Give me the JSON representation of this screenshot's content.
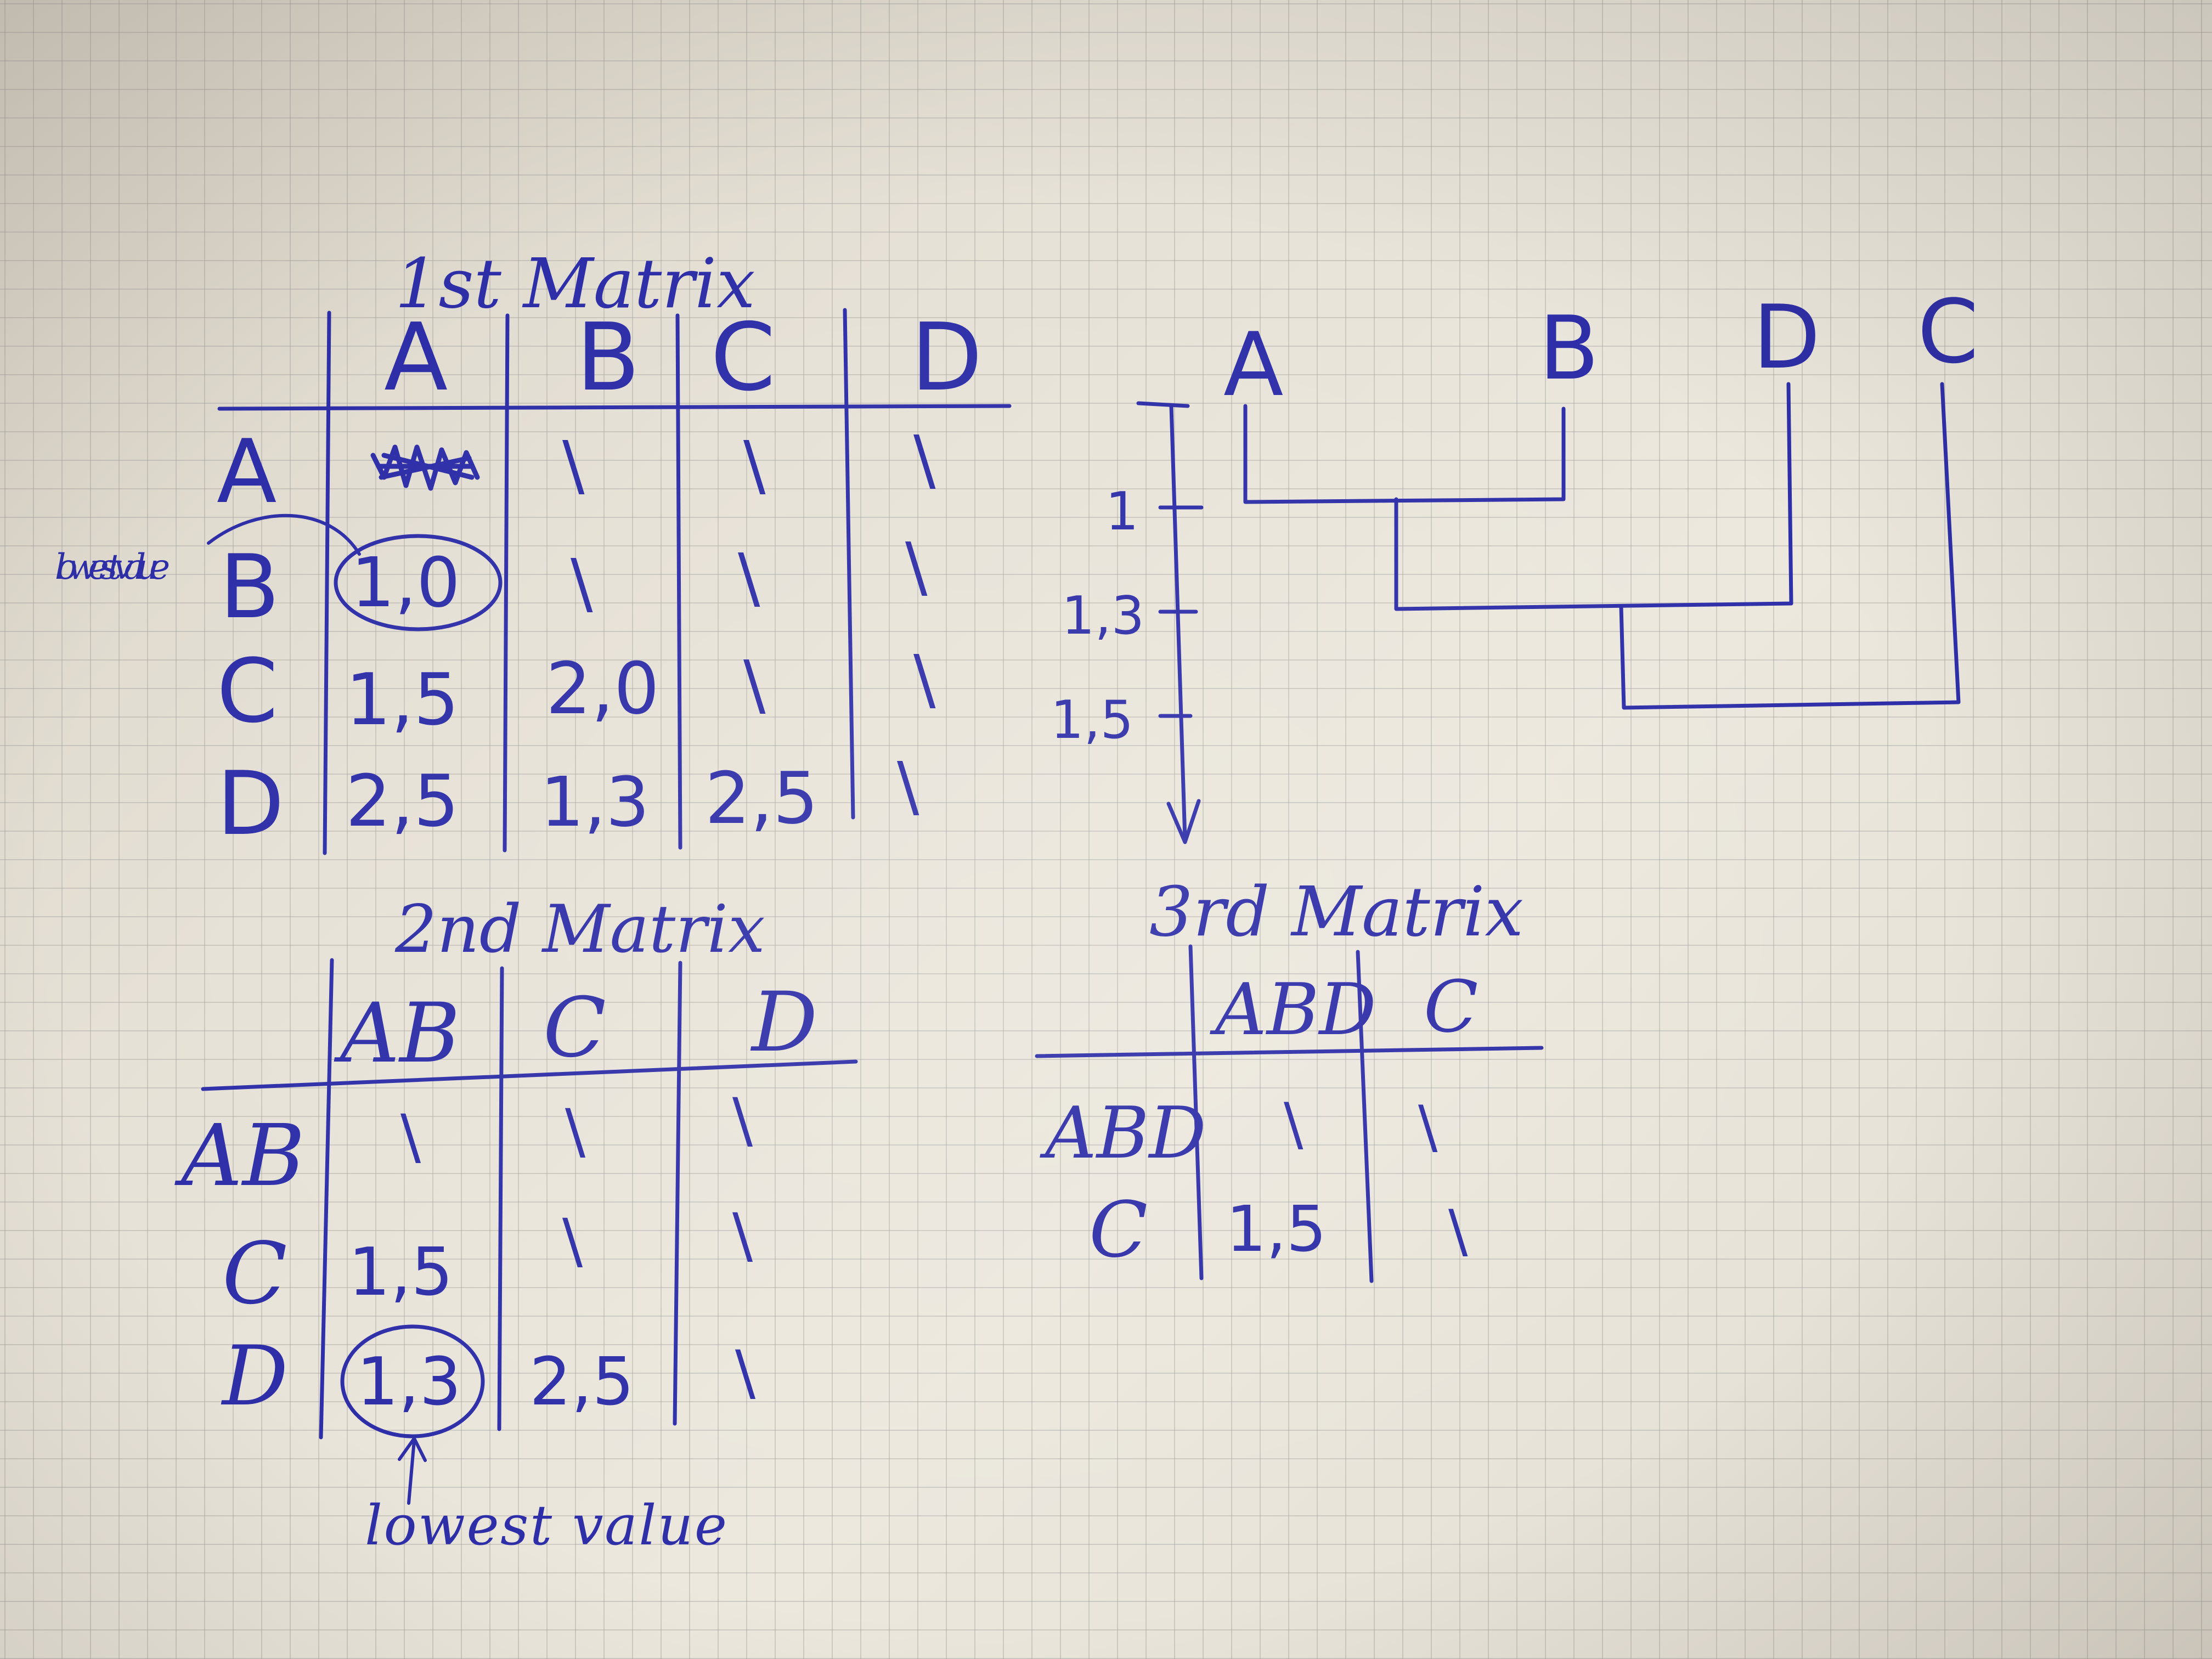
{
  "ink_color": "#2e2ea8",
  "paper_color": "#e8e4da",
  "matrix1": {
    "title": "1st Matrix",
    "cols": [
      "A",
      "B",
      "C",
      "D"
    ],
    "rows": [
      "A",
      "B",
      "C",
      "D"
    ],
    "cells": [
      [
        "",
        "\\",
        "\\",
        "\\"
      ],
      [
        "1,0",
        "\\",
        "\\",
        "\\"
      ],
      [
        "1,5",
        "2,0",
        "\\",
        "\\"
      ],
      [
        "2,5",
        "1,3",
        "2,5",
        "\\"
      ]
    ],
    "note": "lowest value"
  },
  "matrix2": {
    "title": "2nd Matrix",
    "cols": [
      "AB",
      "C",
      "D"
    ],
    "rows": [
      "AB",
      "C",
      "D"
    ],
    "cells": [
      [
        "\\",
        "\\",
        "\\"
      ],
      [
        "1,5",
        "\\",
        "\\"
      ],
      [
        "1,3",
        "2,5",
        "\\"
      ]
    ],
    "note": "lowest value"
  },
  "matrix3": {
    "title": "3rd Matrix",
    "cols": [
      "ABD",
      "C"
    ],
    "rows": [
      "ABD",
      "C"
    ],
    "cells": [
      [
        "\\",
        "\\"
      ],
      [
        "1,5",
        "\\"
      ]
    ]
  },
  "dendrogram": {
    "leaves": [
      "A",
      "B",
      "D",
      "C"
    ],
    "ticks": [
      "1",
      "1,3",
      "1,5"
    ],
    "merges": [
      {
        "join": [
          "A",
          "B"
        ],
        "height": 1.0
      },
      {
        "join": [
          "AB",
          "D"
        ],
        "height": 1.3
      },
      {
        "join": [
          "ABD",
          "C"
        ],
        "height": 1.5
      }
    ]
  }
}
